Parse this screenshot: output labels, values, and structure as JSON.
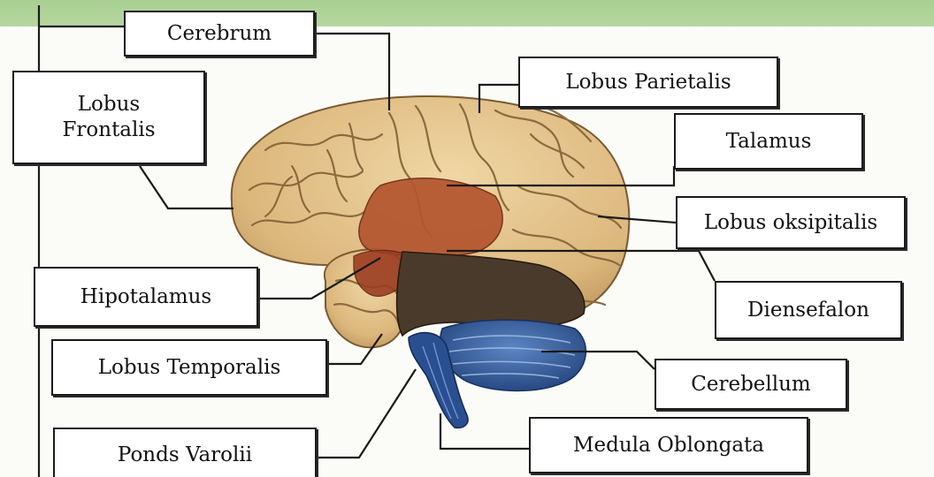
{
  "labels": {
    "cerebrum": "Cerebrum",
    "lobus_frontalis_line1": "Lobus",
    "lobus_frontalis_line2": "Frontalis",
    "lobus_parietalis": "Lobus Parietalis",
    "talamus": "Talamus",
    "lobus_oksipitalis": "Lobus oksipitalis",
    "hipotalamus": "Hipotalamus",
    "diensefalon": "Diensefalon",
    "lobus_temporalis": "Lobus Temporalis",
    "cerebellum": "Cerebellum",
    "ponds_varolii": "Ponds Varolii",
    "medula_oblongata": "Medula Oblongata"
  },
  "colors": {
    "header_band": "#b0d49b",
    "cerebrum": "#e2c08a",
    "cerebrum_sulci": "#8c6a3f",
    "diencephalon": "#b4552f",
    "midbrain": "#4a3a2c",
    "cerebellum": "#2f5d9c",
    "brainstem": "#2a4f90",
    "label_border": "#1a1a1a"
  }
}
